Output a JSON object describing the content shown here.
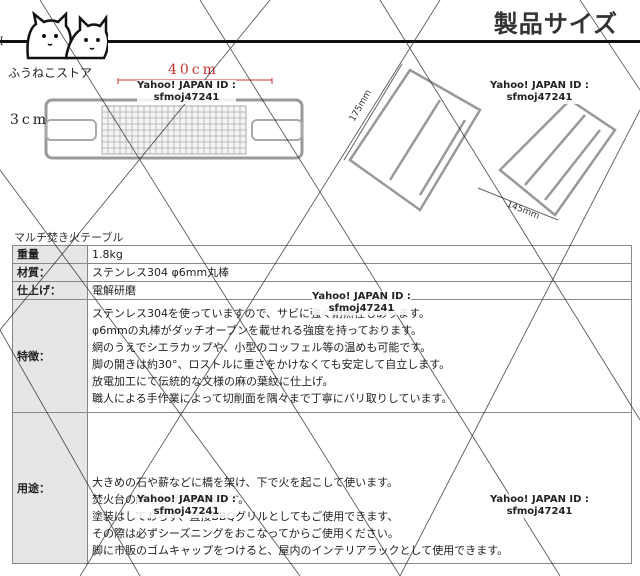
{
  "header": {
    "title": "製品サイズ",
    "brand": "ふうねこストア"
  },
  "watermarks": [
    {
      "site": "Yahoo! JAPAN ID :",
      "id": "sfmoj47241"
    },
    {
      "site": "Yahoo! JAPAN ID :",
      "id": "sfmoj47241"
    },
    {
      "site": "Yahoo! JAPAN ID :",
      "id": "sfmoj47241"
    },
    {
      "site": "Yahoo! JAPAN ID :",
      "id": "sfmoj47241"
    },
    {
      "site": "Yahoo! JAPAN ID :",
      "id": "sfmoj47241"
    }
  ],
  "drawing": {
    "width_label": "40cm",
    "height_label": "3cm",
    "side_dim_a": "175mm",
    "side_dim_b": "145mm"
  },
  "spec": {
    "caption": "マルチ焚き火テーブル",
    "rows": [
      {
        "label": "重量",
        "lines": [
          "1.8kg"
        ]
      },
      {
        "label": "材質：",
        "lines": [
          "ステンレス304 φ6mm丸棒"
        ]
      },
      {
        "label": "仕上げ：",
        "lines": [
          "電解研磨"
        ]
      },
      {
        "label": "特徴：",
        "lines": [
          "ステンレス304を使っていますので、サビに強く耐熱性もあります。",
          "φ6mmの丸棒がダッチオーブンを載せれる強度を持っております。",
          "網のうえでシエラカップや、小型のコッフェル等の温めも可能です。",
          "脚の開きは約30°、ロストルに重さをかけなくても安定して自立します。",
          "放電加工にて伝統的な文様の麻の葉紋に仕上げ。",
          "職人による手作業によって切削面を隅々まで丁寧にバリ取りしています。"
        ]
      },
      {
        "label": "用途：",
        "lines": [
          "",
          "",
          "大きめの石や薪などに橋を架け、下で火を起こして使います。",
          "焚火台の縁にかけてもOKです。",
          "塗装はしておらず、直接BBQグリルとしてもご使用できます、",
          "その際は必ずシーズニングをおこなってからご使用ください。",
          "脚に市販のゴムキャップをつけると、屋内のインテリアラックとして使用できます。"
        ]
      }
    ]
  }
}
